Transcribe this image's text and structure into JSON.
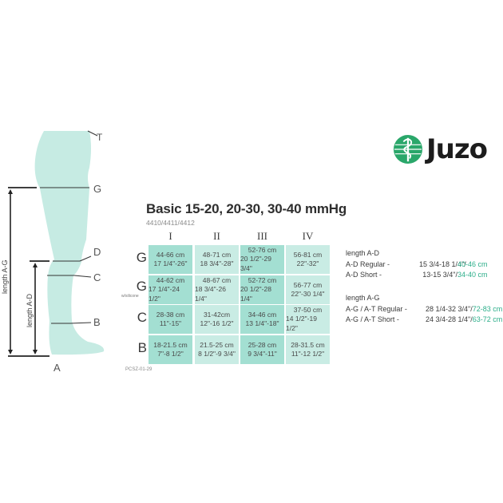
{
  "brand": {
    "name": "Juzo",
    "logo_icon": "caduceus-globe-icon",
    "accent_color": "#2aa76a"
  },
  "diagram": {
    "points": [
      "T",
      "G",
      "D",
      "C",
      "B",
      "A"
    ],
    "length_ag_label": "length  A-G",
    "length_ad_label": "length  A-D",
    "leg_color": "#c6ebe3"
  },
  "chart": {
    "title": "Basic 15-20, 20-30, 30-40 mmHg",
    "subtitle": "4410/4411/4412",
    "columns": [
      "I",
      "II",
      "III",
      "IV"
    ],
    "rows": [
      {
        "label": "G",
        "note": "",
        "cells": [
          [
            "44-66 cm",
            "17 1/4\"-26\""
          ],
          [
            "48-71 cm",
            "18 3/4\"-28\""
          ],
          [
            "52-76 cm",
            "20 1/2\"-29 3/4\""
          ],
          [
            "56-81 cm",
            "22\"-32\""
          ]
        ]
      },
      {
        "label": "G",
        "note": "w/silicone",
        "cells": [
          [
            "44-62 cm",
            "17 1/4\"-24 1/2\""
          ],
          [
            "48-67 cm",
            "18 3/4\"-26 1/4\""
          ],
          [
            "52-72 cm",
            "20 1/2\"-28 1/4\""
          ],
          [
            "56-77 cm",
            "22\"-30 1/4\""
          ]
        ]
      },
      {
        "label": "C",
        "note": "",
        "cells": [
          [
            "28-38 cm",
            "11\"-15\""
          ],
          [
            "31-42cm",
            "12\"-16 1/2\""
          ],
          [
            "34-46 cm",
            "13 1/4\"-18\""
          ],
          [
            "37-50 cm",
            "14 1/2\"-19 1/2\""
          ]
        ]
      },
      {
        "label": "B",
        "note": "",
        "cells": [
          [
            "18-21.5 cm",
            "7\"-8 1/2\""
          ],
          [
            "21.5-25 cm",
            "8 1/2\"-9 3/4\""
          ],
          [
            "25-28 cm",
            "9 3/4\"-11\""
          ],
          [
            "28-31.5 cm",
            "11\"-12 1/2\""
          ]
        ]
      }
    ],
    "ref_code": "PCSZ-01-29",
    "cell_dark": "#a3dfd2",
    "cell_light": "#c9ece4"
  },
  "lengths": {
    "ad": {
      "heading": "length A-D",
      "items": [
        {
          "name": "A-D Regular -",
          "inch": "15 3/4-18 1/4\"/ ",
          "cm": "40-46 cm"
        },
        {
          "name": "A-D Short -",
          "inch": "13-15 3/4\"/ ",
          "cm": "34-40 cm"
        }
      ]
    },
    "ag": {
      "heading": "length A-G",
      "items": [
        {
          "name": "A-G / A-T Regular  -",
          "inch": "28 1/4-32 3/4\"/ ",
          "cm": "72-83 cm"
        },
        {
          "name": "A-G / A-T Short -",
          "inch": "24 3/4-28 1/4\"/ ",
          "cm": "63-72 cm"
        }
      ]
    },
    "cm_color": "#2cae8a"
  }
}
